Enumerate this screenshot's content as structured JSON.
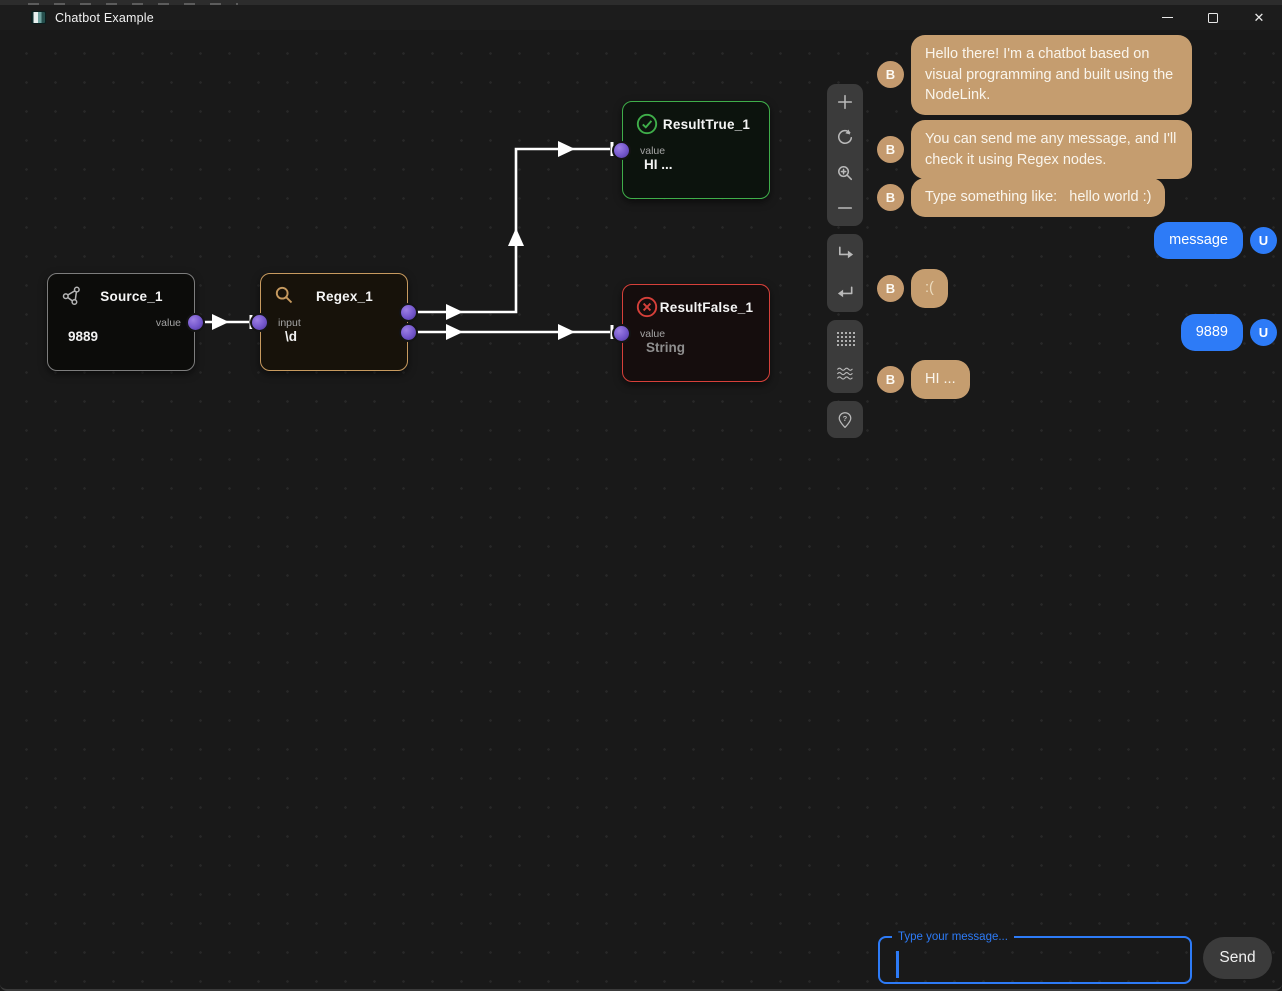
{
  "window": {
    "title": "Chatbot Example",
    "controls": [
      "minimize",
      "maximize",
      "close"
    ]
  },
  "nodes": [
    {
      "id": "source",
      "icon": "share-network-icon",
      "title": "Source_1",
      "port_label": "value",
      "value": "9889"
    },
    {
      "id": "regex",
      "icon": "magnifier-icon",
      "title": "Regex_1",
      "port_label": "input",
      "value": "\\d"
    },
    {
      "id": "result-true",
      "icon": "check-circle-icon",
      "title": "ResultTrue_1",
      "port_label": "value",
      "value": "HI ..."
    },
    {
      "id": "result-false",
      "icon": "x-circle-icon",
      "title": "ResultFalse_1",
      "port_label": "value",
      "value": "String"
    }
  ],
  "toolbar": {
    "groups": [
      [
        "zoom-in-plus-icon",
        "reset-view-icon",
        "magnifier-zoom-icon",
        "zoom-out-minus-icon"
      ],
      [
        "step-arrow-icon",
        "enter-arrow-icon"
      ],
      [
        "dot-grid-icon",
        "waves-icon"
      ],
      [
        "pin-question-icon"
      ]
    ]
  },
  "chat": {
    "bot_avatar": "B",
    "user_avatar": "U",
    "messages": [
      {
        "from": "bot",
        "text": "Hello there! I'm a chatbot based on visual programming and built using the NodeLink."
      },
      {
        "from": "bot",
        "text": "You can send me any message, and I'll check it using Regex nodes."
      },
      {
        "from": "bot",
        "text": "Type something like:   hello world :)"
      },
      {
        "from": "user",
        "text": "message"
      },
      {
        "from": "bot",
        "text": ":("
      },
      {
        "from": "user",
        "text": "9889"
      },
      {
        "from": "bot",
        "text": "HI ..."
      }
    ],
    "input": {
      "label": "Type your message...",
      "value": "",
      "send_label": "Send"
    }
  },
  "colors": {
    "accent_blue": "#2d7bf7",
    "bot_bubble_tan": "#c59d6f",
    "node_green": "#3fae4a",
    "node_red": "#d6403a",
    "node_orange": "#c79a5f",
    "port_purple": "#7356cb",
    "background": "#191919"
  }
}
